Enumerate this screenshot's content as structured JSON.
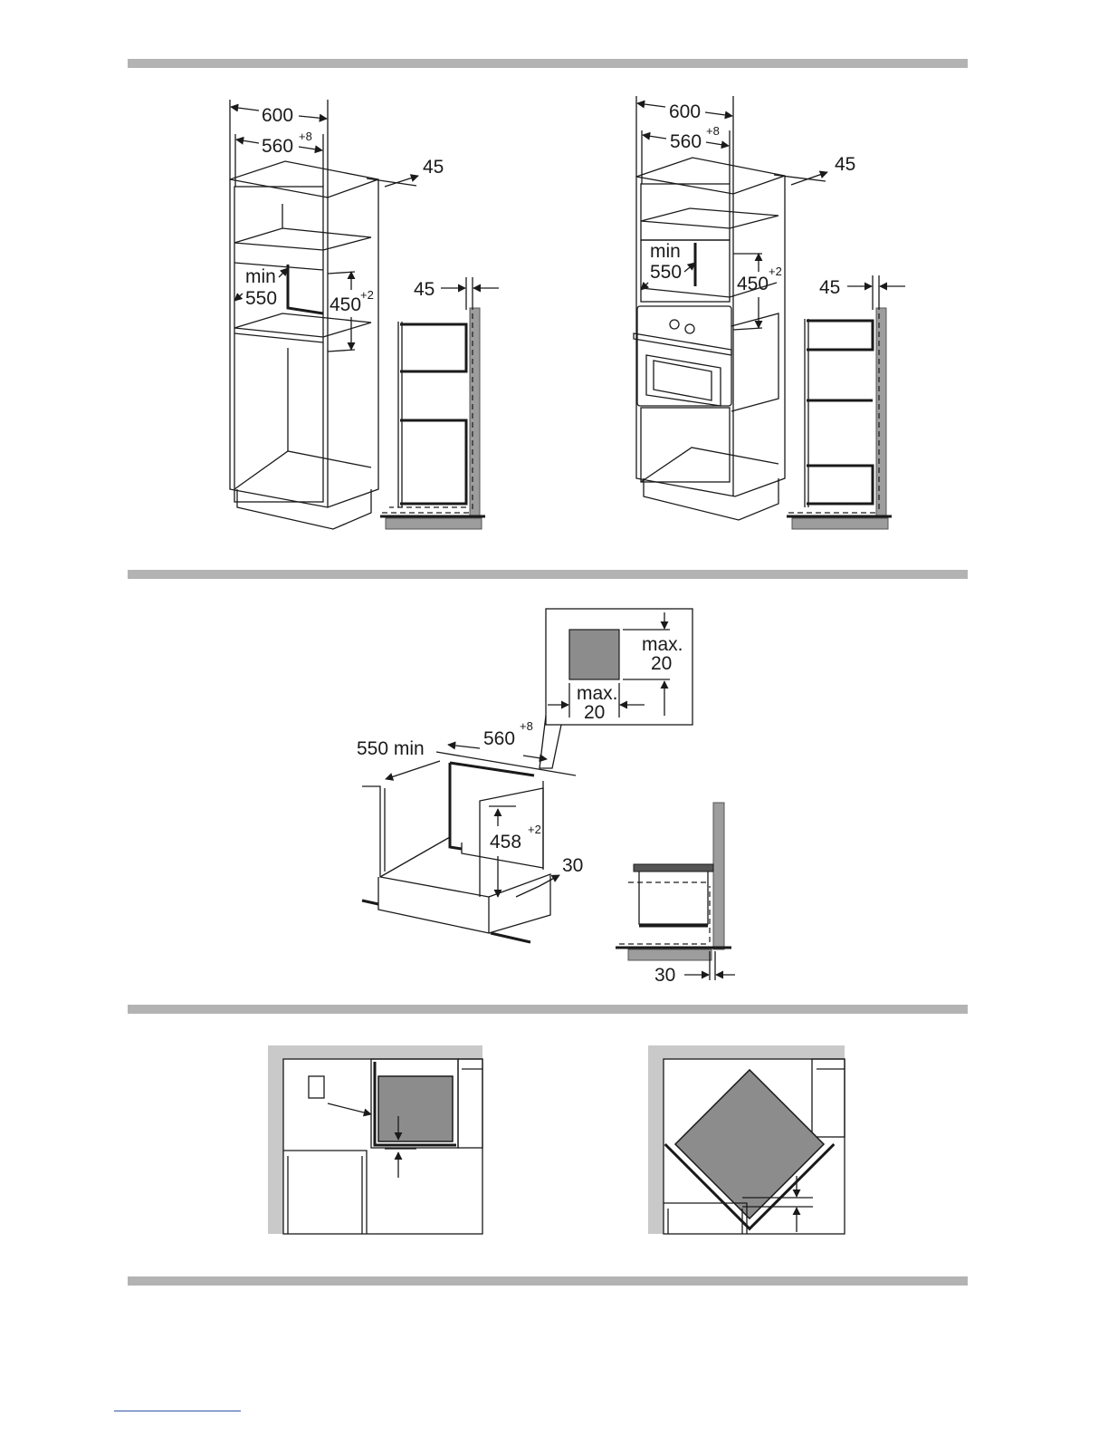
{
  "figure1": {
    "width_total": "600",
    "width_inner": "560",
    "width_inner_tol": "+8",
    "depth_gap": "45",
    "min_label": "min",
    "min_value": "550",
    "niche_height": "450",
    "niche_height_tol": "+2",
    "side_gap": "45"
  },
  "figure2": {
    "width_total": "600",
    "width_inner": "560",
    "width_inner_tol": "+8",
    "depth_gap": "45",
    "min_label": "min",
    "min_value": "550",
    "niche_height": "450",
    "niche_height_tol": "+2",
    "side_gap": "45"
  },
  "figure3": {
    "inset_max_v_label": "max.",
    "inset_max_v_value": "20",
    "inset_max_h_label": "max.",
    "inset_max_h_value": "20",
    "depth_min": "550 min",
    "width_inner": "560",
    "width_inner_tol": "+8",
    "niche_height": "458",
    "niche_height_tol": "+2",
    "front_gap": "30",
    "side_gap": "30"
  },
  "colors": {
    "separator": "#b3b3b3",
    "wall": "#9d9d9d",
    "unit": "#8c8c8c"
  }
}
